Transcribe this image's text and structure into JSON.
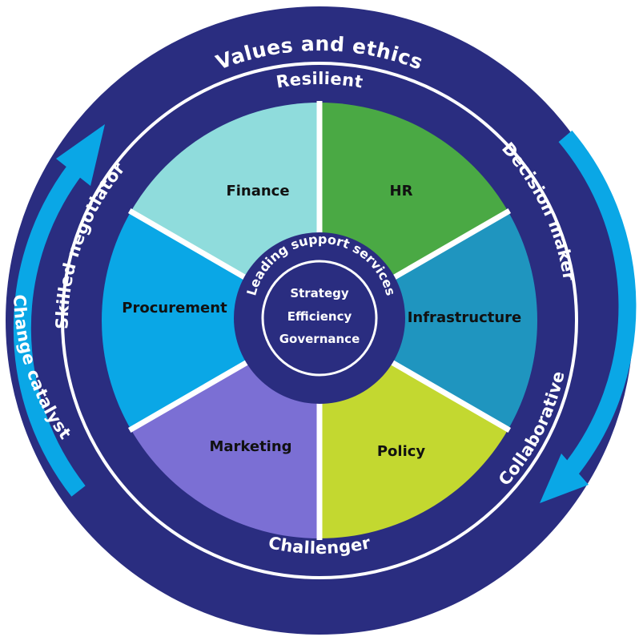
{
  "outer_ring": {
    "label": "Values and ethics"
  },
  "middle_ring": {
    "top": "Resilient",
    "bottom": "Challenger",
    "upper_left": "Skilled negotiator",
    "lower_left": "Change catalyst",
    "upper_right": "Decision maker",
    "lower_right": "Collaborative"
  },
  "segments": [
    {
      "label": "HR",
      "color": "#4aa944"
    },
    {
      "label": "Infrastructure",
      "color": "#1f95bf"
    },
    {
      "label": "Policy",
      "color": "#c3d830"
    },
    {
      "label": "Marketing",
      "color": "#7b6fd4"
    },
    {
      "label": "Procurement",
      "color": "#0aa7e6"
    },
    {
      "label": "Finance",
      "color": "#8fdcdc"
    }
  ],
  "hub": {
    "ring_label": "Leading support services",
    "core_lines": [
      "Strategy",
      "Efficiency",
      "Governance"
    ]
  },
  "colors": {
    "navy": "#2a2d80",
    "arrow": "#0aa7e6",
    "divider": "#ffffff"
  }
}
